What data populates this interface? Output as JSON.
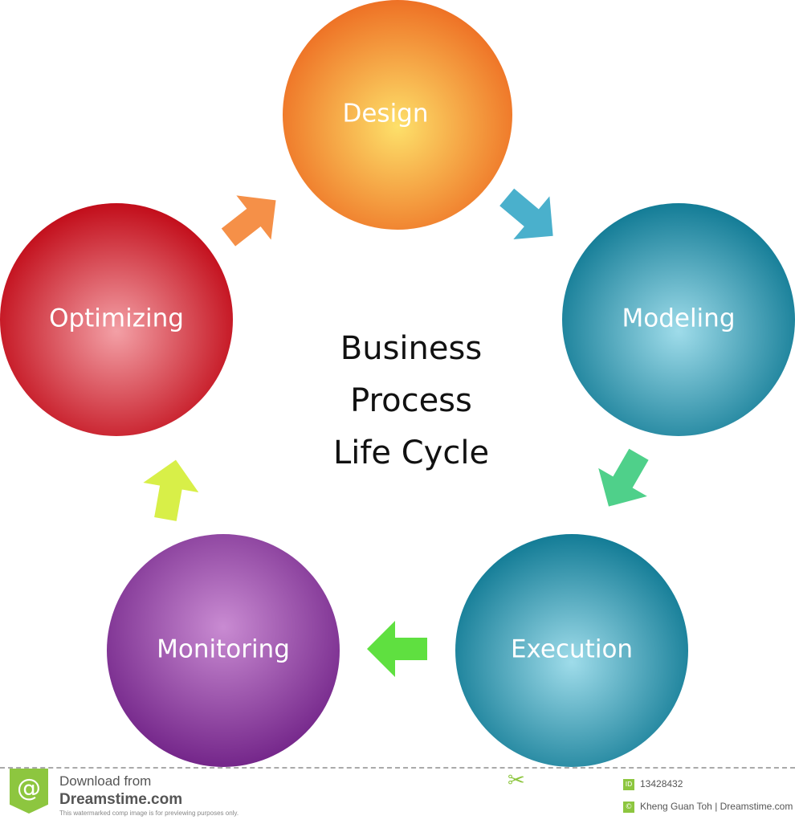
{
  "diagram": {
    "title_lines": [
      "Business",
      "Process",
      "Life Cycle"
    ],
    "stages": [
      {
        "label": "Design",
        "color": "#f07a2a"
      },
      {
        "label": "Modeling",
        "color": "#1a8aa3"
      },
      {
        "label": "Execution",
        "color": "#1a8aa3"
      },
      {
        "label": "Monitoring",
        "color": "#7a2a8e"
      },
      {
        "label": "Optimizing",
        "color": "#c8101c"
      }
    ],
    "arrow_colors": [
      "#4ab0cc",
      "#4fd08a",
      "#5fe040",
      "#d8ef48",
      "#f59048"
    ]
  },
  "footer": {
    "download_from": "Download from",
    "site": "Dreamstime.com",
    "disclaimer": "This watermarked comp image is for previewing purposes only.",
    "image_id": "13428432",
    "credit": "Kheng Guan Toh | Dreamstime.com",
    "id_badge": "ID"
  }
}
